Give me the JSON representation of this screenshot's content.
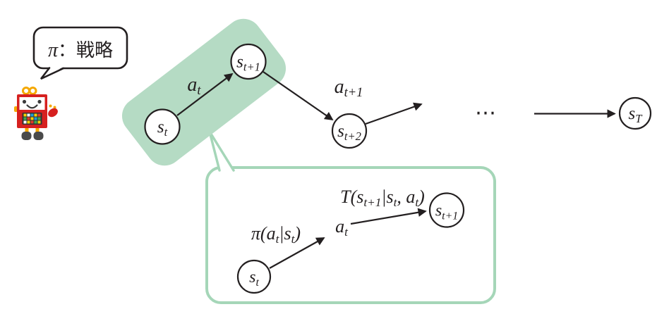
{
  "figure": {
    "bubble": {
      "pi": "π",
      "rest": "：戦略"
    },
    "chain": {
      "a_t": {
        "base": "a",
        "sub": "t"
      },
      "a_t1": {
        "base": "a",
        "sub": "t+1"
      },
      "s_t": {
        "base": "s",
        "sub": "t"
      },
      "s_t1": {
        "base": "s",
        "sub": "t+1"
      },
      "s_t2": {
        "base": "s",
        "sub": "t+2"
      },
      "s_T": {
        "base": "s",
        "sub": "T"
      },
      "ellipsis": "⋯"
    },
    "detail": {
      "policy": {
        "p1": "π(a",
        "s1": "t",
        "p2": "|s",
        "s2": "t",
        "p3": ")"
      },
      "transition": {
        "p1": "T(s",
        "s1": "t+1",
        "p2": "|s",
        "s2": "t",
        "p3": ", a",
        "s3": "t",
        "p4": ")"
      },
      "a_t": {
        "base": "a",
        "sub": "t"
      },
      "s_t": {
        "base": "s",
        "sub": "t"
      },
      "s_t1": {
        "base": "s",
        "sub": "t+1"
      }
    },
    "colors": {
      "ink": "#231f20",
      "highlight_green": "#b5dbc4",
      "box_border_green": "#a5d6b8",
      "robot_red": "#d6201f",
      "robot_orange": "#f5a800"
    }
  }
}
